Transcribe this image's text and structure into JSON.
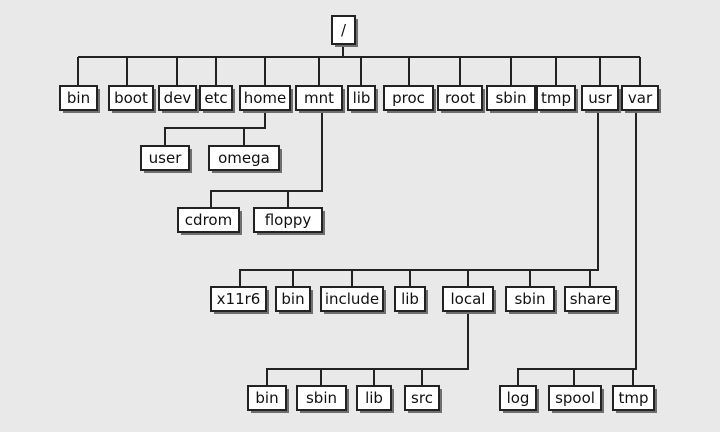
{
  "tree": {
    "root": "/",
    "top_level": [
      "bin",
      "boot",
      "dev",
      "etc",
      "home",
      "mnt",
      "lib",
      "proc",
      "root",
      "sbin",
      "tmp",
      "usr",
      "var"
    ],
    "home_children": [
      "user",
      "omega"
    ],
    "mnt_children": [
      "cdrom",
      "floppy"
    ],
    "usr_children": [
      "x11r6",
      "bin",
      "include",
      "lib",
      "local",
      "sbin",
      "share"
    ],
    "local_children": [
      "bin",
      "sbin",
      "lib",
      "src"
    ],
    "var_children": [
      "log",
      "spool",
      "tmp"
    ]
  }
}
